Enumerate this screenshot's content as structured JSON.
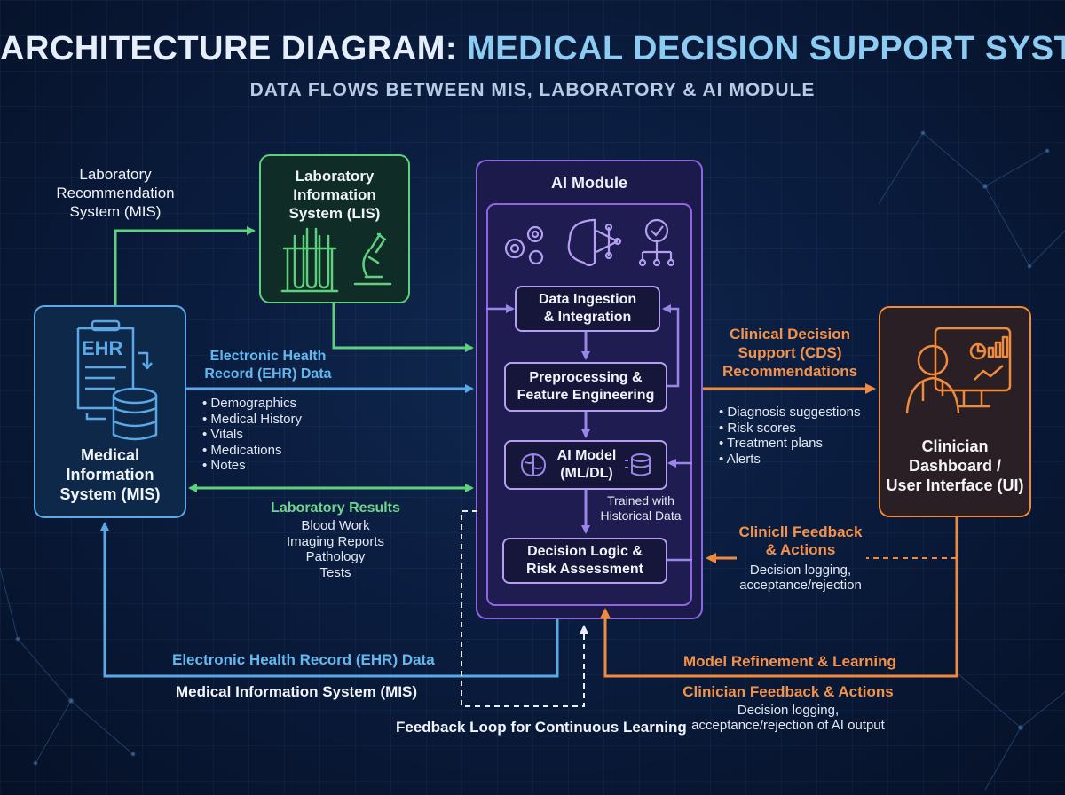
{
  "header": {
    "title_prefix": "ARCHITECTURE DIAGRAM: ",
    "title_highlight": "MEDICAL DECISION SUPPORT SYSTEM (MDSS)",
    "subtitle": "DATA FLOWS BETWEEN MIS, LABORATORY & AI MODULE"
  },
  "lab_recommendation": {
    "lines": [
      "Laboratory",
      "Recommendation",
      "System (MIS)"
    ]
  },
  "lis": {
    "lines": [
      "Laboratory",
      "Information",
      "System (LIS)"
    ]
  },
  "mis": {
    "badge": "EHR",
    "lines": [
      "Medical",
      "Information",
      "System (MIS)"
    ]
  },
  "ehr_flow": {
    "label_lines": [
      "Electronic Health",
      "Record (EHR) Data"
    ],
    "items": [
      "Demographics",
      "Medical History",
      "Vitals",
      "Medications",
      "Notes"
    ]
  },
  "lab_results": {
    "title": "Laboratory Results",
    "items": [
      "Blood Work",
      "Imaging Reports",
      "Pathology",
      "Tests"
    ]
  },
  "ai_module": {
    "title": "AI Module",
    "steps": [
      [
        "Data Ingestion",
        "& Integration"
      ],
      [
        "Preprocessing &",
        "Feature Engineering"
      ],
      [
        "AI Model",
        "(ML/DL)"
      ],
      [
        "Decision Logic &",
        "Risk Assessment"
      ]
    ],
    "trained_note": [
      "Trained with",
      "Historical Data"
    ]
  },
  "cds": {
    "label_lines": [
      "Clinical Decision",
      "Support (CDS)",
      "Recommendations"
    ],
    "items": [
      "Diagnosis suggestions",
      "Risk scores",
      "Treatment plans",
      "Alerts"
    ]
  },
  "clinician": {
    "lines": [
      "Clinician",
      "Dashboard /",
      "User Interface (UI)"
    ]
  },
  "feedback_right": {
    "title_lines": [
      "Clinicll Feedback",
      "& Actions"
    ],
    "desc_lines": [
      "Decision logging,",
      "acceptance/rejection"
    ]
  },
  "bottom": {
    "ehr_label": "Electronic Health Record (EHR) Data",
    "mis_label": "Medical Information System (MIS)",
    "loop_label": "Feedback Loop for Continuous Learning",
    "refinement": "Model Refinement & Learning",
    "clin_feedback_title": "Clinician Feedback & Actions",
    "clin_feedback_desc": [
      "Decision logging,",
      "acceptance/rejection of AI output"
    ]
  },
  "colors": {
    "blue": "#5aa9e6",
    "green": "#5fd07d",
    "purple": "#8e66e0",
    "orange": "#f08a3c",
    "background": "#0a1c3e"
  }
}
